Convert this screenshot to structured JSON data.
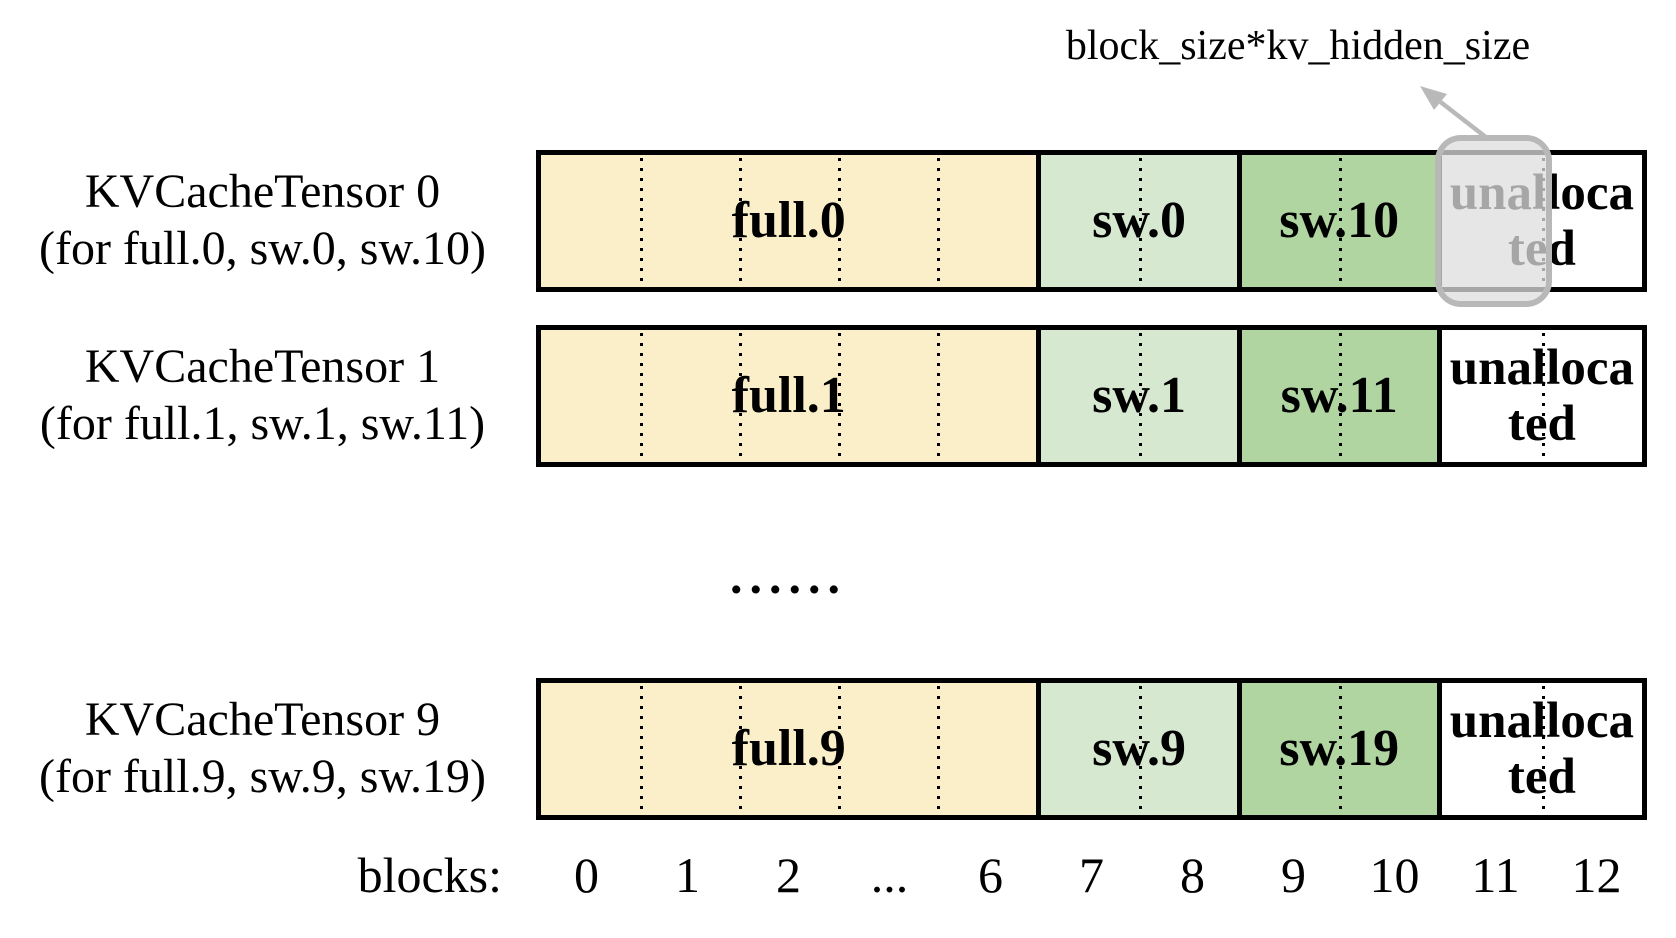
{
  "annotation": {
    "label": "block_size*kv_hidden_size"
  },
  "rows": [
    {
      "name": "KVCacheTensor 0",
      "sub": "(for full.0, sw.0, sw.10)",
      "full_label": "full.0",
      "sw_label": "sw.0",
      "sw2_label": "sw.10",
      "unallocated_label": "unallocated",
      "highlighted": true
    },
    {
      "name": "KVCacheTensor 1",
      "sub": "(for full.1, sw.1, sw.11)",
      "full_label": "full.1",
      "sw_label": "sw.1",
      "sw2_label": "sw.11",
      "unallocated_label": "unallocated",
      "highlighted": false
    },
    {
      "name": "KVCacheTensor 9",
      "sub": "(for full.9, sw.9, sw.19)",
      "full_label": "full.9",
      "sw_label": "sw.9",
      "sw2_label": "sw.19",
      "unallocated_label": "unallocated",
      "highlighted": false
    }
  ],
  "ellipsis": "......",
  "axis": {
    "label": "blocks:",
    "ticks": [
      "0",
      "1",
      "2",
      "...",
      "6",
      "7",
      "8",
      "9",
      "10",
      "11",
      "12"
    ]
  },
  "colors": {
    "full_block": "#FBEFC9",
    "sw_block": "#D7E8D1",
    "sw2_block": "#B0D5A1",
    "unallocated_block": "#FFFFFF",
    "outline": "#000000",
    "highlight_fill": "#DEDEDE",
    "highlight_border": "#B8B8B8",
    "arrow": "#B9B9B9"
  }
}
